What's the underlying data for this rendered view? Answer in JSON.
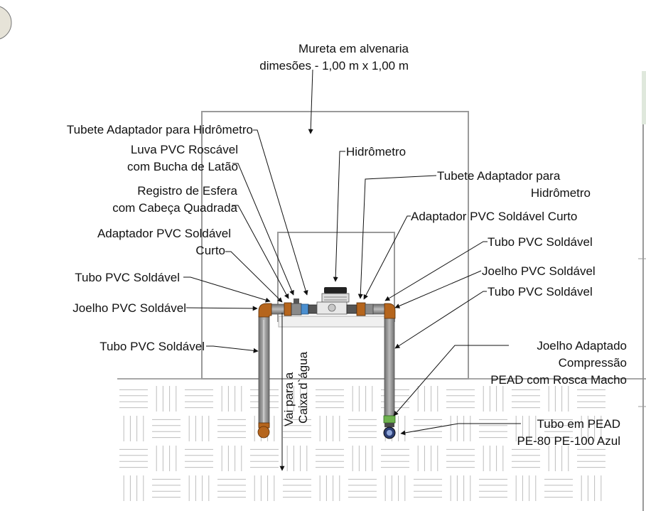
{
  "wall_label": {
    "line1": "Mureta em alvenaria",
    "line2": "dimesões - 1,00 m x 1,00 m"
  },
  "labels_left": {
    "tubete": "Tubete Adaptador para Hidrômetro",
    "luva_1": "Luva PVC Roscável",
    "luva_2": "com Bucha de Latão",
    "registro_1": "Registro de Esfera",
    "registro_2": "com Cabeça Quadrada",
    "adaptador_1": "Adaptador PVC Soldável",
    "adaptador_2": "Curto",
    "tubo_top": "Tubo PVC Soldável",
    "joelho": "Joelho PVC Soldável",
    "tubo_vertical": "Tubo PVC Soldável"
  },
  "labels_center": {
    "hidrometro": "Hidrômetro",
    "vai_1": "Vai para a",
    "vai_2": "Caixa d`água"
  },
  "labels_right": {
    "tubete_1": "Tubete Adaptador para",
    "tubete_2": "Hidrômetro",
    "adaptador": "Adaptador PVC Soldável Curto",
    "tubo_top": "Tubo PVC Soldável",
    "joelho": "Joelho PVC Soldável",
    "tubo_vertical": "Tubo PVC Soldável",
    "joelho_pead_1": "Joelho Adaptado",
    "joelho_pead_2": "Compressão",
    "joelho_pead_3": "PEAD com Rosca Macho",
    "pead_1": "Tubo em PEAD",
    "pead_2": "PE-80 PE-100 Azul"
  }
}
